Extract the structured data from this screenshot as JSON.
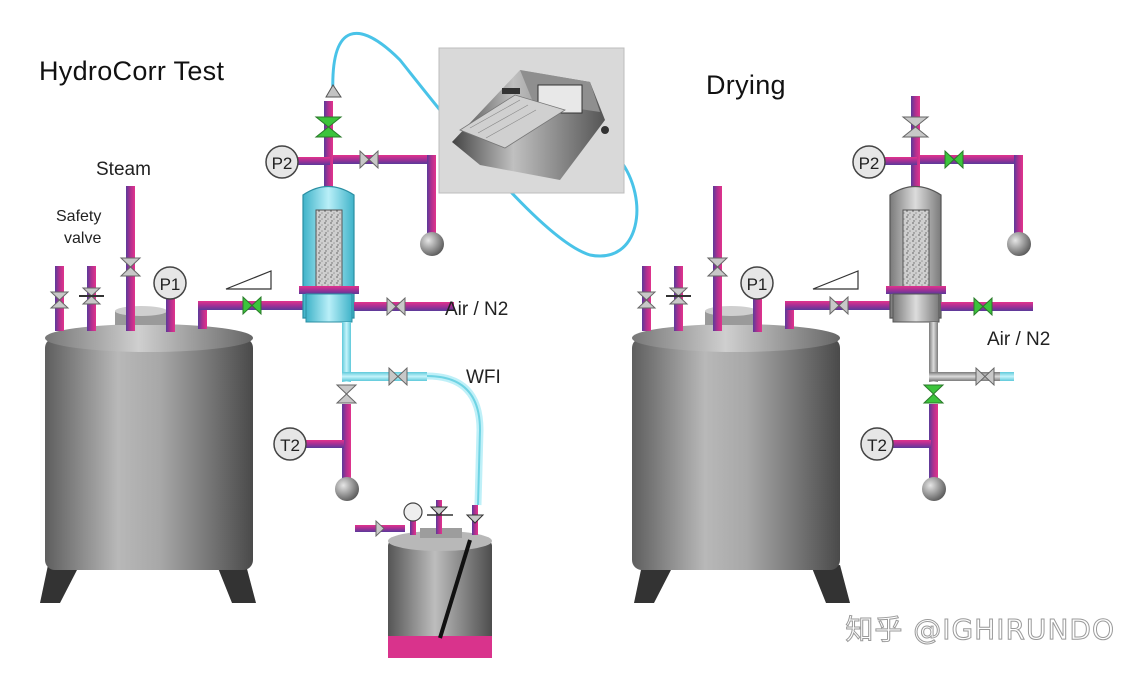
{
  "left_panel": {
    "title": "HydroCorr Test",
    "labels": {
      "steam": "Steam",
      "safety_line1": "Safety",
      "safety_line2": "valve",
      "p1": "P1",
      "p2": "P2",
      "t2": "T2",
      "air": "Air / N2",
      "wfi": "WFI"
    }
  },
  "right_panel": {
    "title": "Drying",
    "labels": {
      "p1": "P1",
      "p2": "P2",
      "t2": "T2",
      "air": "Air / N2"
    }
  },
  "watermark": "知乎 @IGHIRUNDO",
  "colors": {
    "pipe_gradient_start": "#6a3fa0",
    "pipe_gradient_end": "#e0338f",
    "cyan_pipe": "#7fe0ee",
    "hose": "#4cc3e6",
    "valve_open": "#3cc43c",
    "valve_closed": "#c8c8c8",
    "vessel_gray": "#8c8c8c"
  }
}
